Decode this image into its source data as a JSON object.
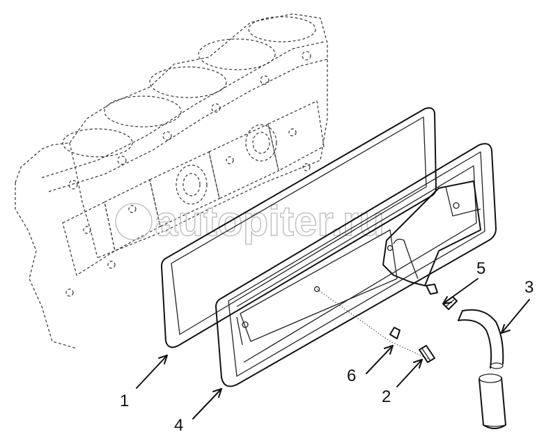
{
  "watermark": "autopiter.ru",
  "callouts": [
    {
      "id": "1",
      "label": "1"
    },
    {
      "id": "2",
      "label": "2"
    },
    {
      "id": "3",
      "label": "3"
    },
    {
      "id": "4",
      "label": "4"
    },
    {
      "id": "5",
      "label": "5"
    },
    {
      "id": "6",
      "label": "6"
    }
  ]
}
